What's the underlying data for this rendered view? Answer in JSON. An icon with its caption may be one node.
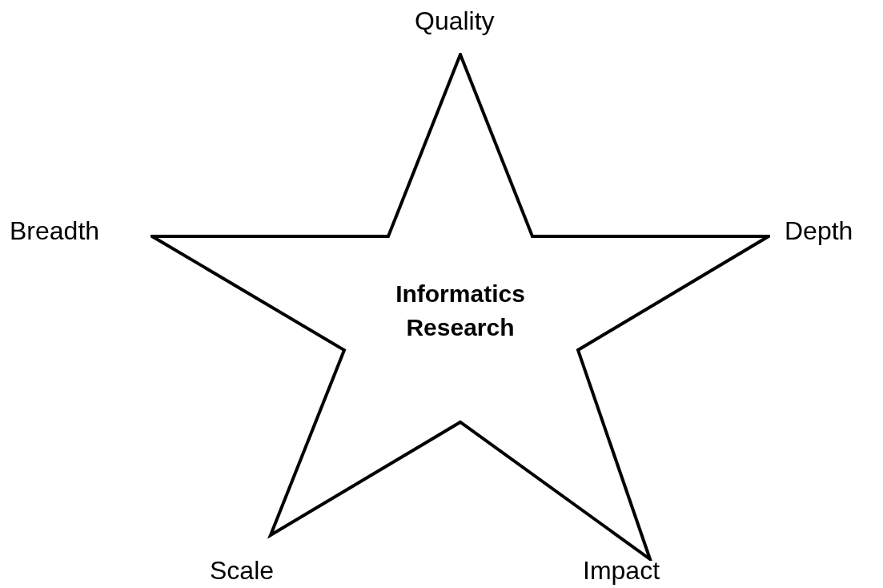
{
  "diagram": {
    "nodes": [
      {
        "text": [
          "Informatics Research"
        ]
      }
    ],
    "labels": [
      "Quality",
      "Breadth",
      "Depth",
      "Scale",
      "Impact"
    ]
  }
}
